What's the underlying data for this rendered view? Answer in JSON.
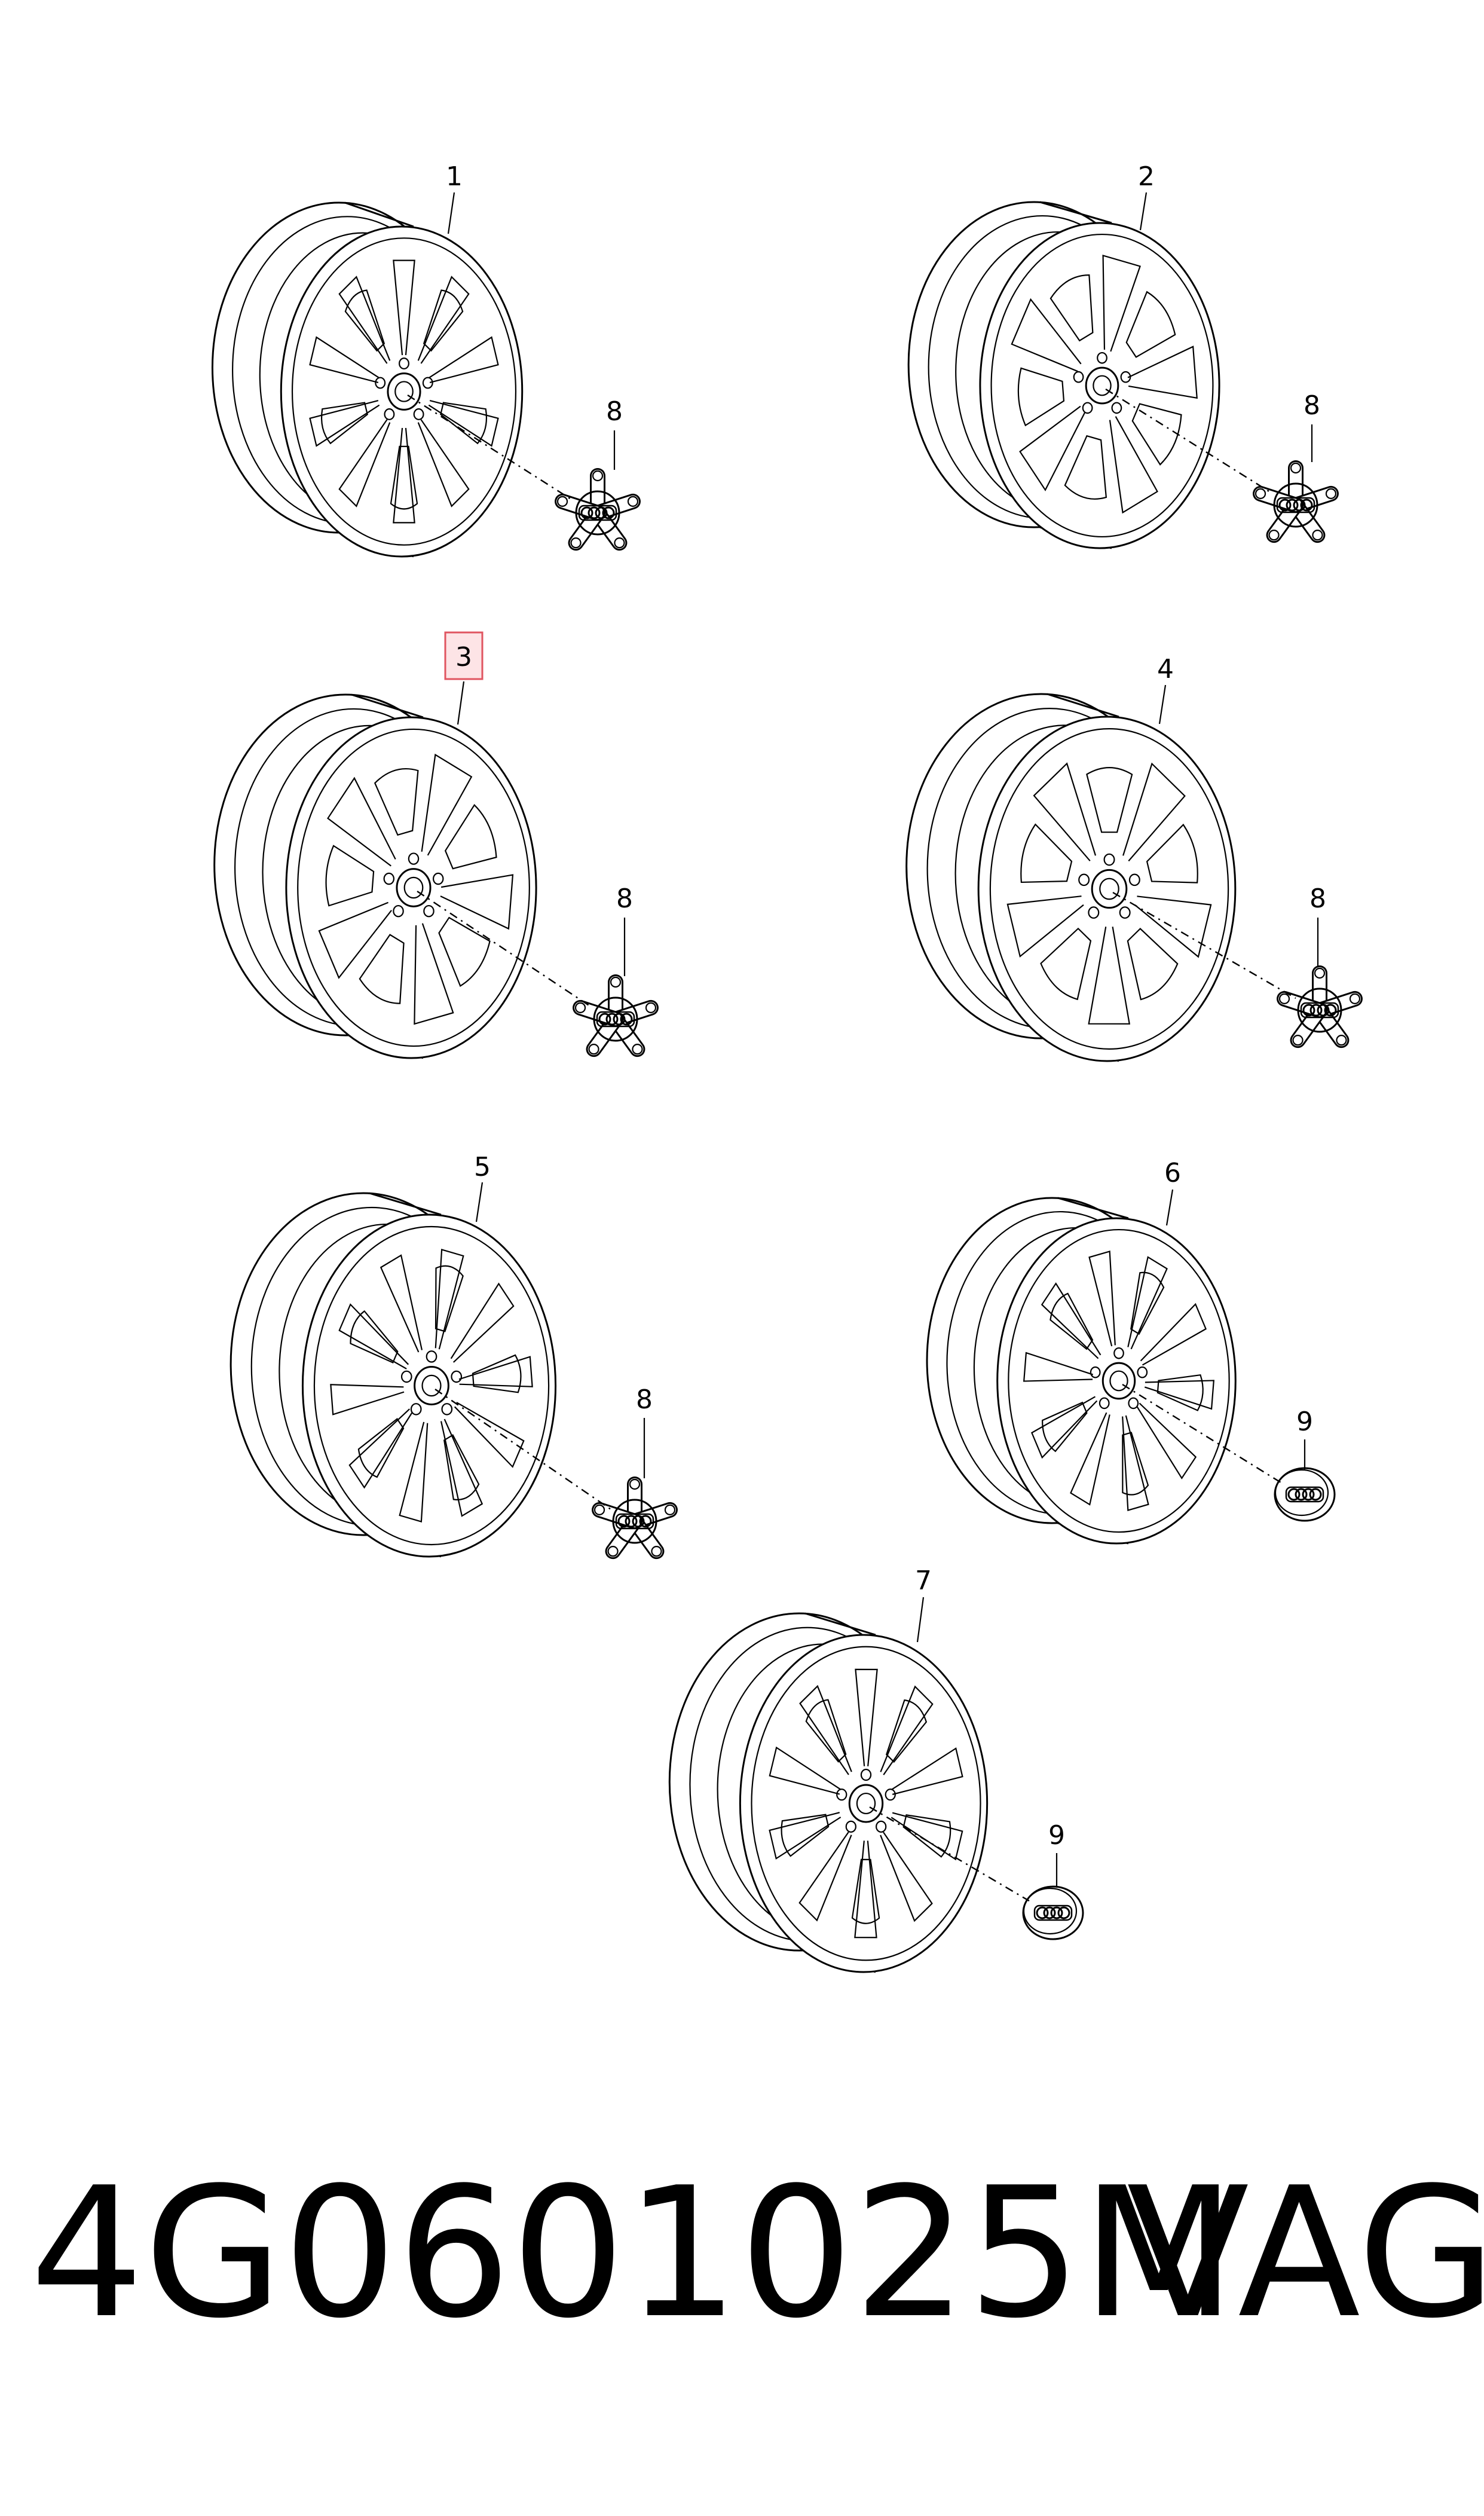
{
  "diagram": {
    "callouts": {
      "wheel_1": "1",
      "wheel_2": "2",
      "wheel_3": "3",
      "wheel_4": "4",
      "wheel_5": "5",
      "wheel_6": "6",
      "wheel_7": "7",
      "cap_8": "8",
      "cap_9": "9"
    },
    "highlighted_callout": "3",
    "highlight_color": "#fde4e6",
    "highlight_border_color": "#e05560",
    "wheel_spoke_counts": [
      10,
      5,
      5,
      5,
      10,
      10,
      10
    ],
    "wheel_icons": [
      "alloy-wheel-icon",
      "center-cap-icon",
      "audi-rings-icon"
    ]
  },
  "footer": {
    "part_number": "4G0601025M",
    "brand": "VAG"
  }
}
